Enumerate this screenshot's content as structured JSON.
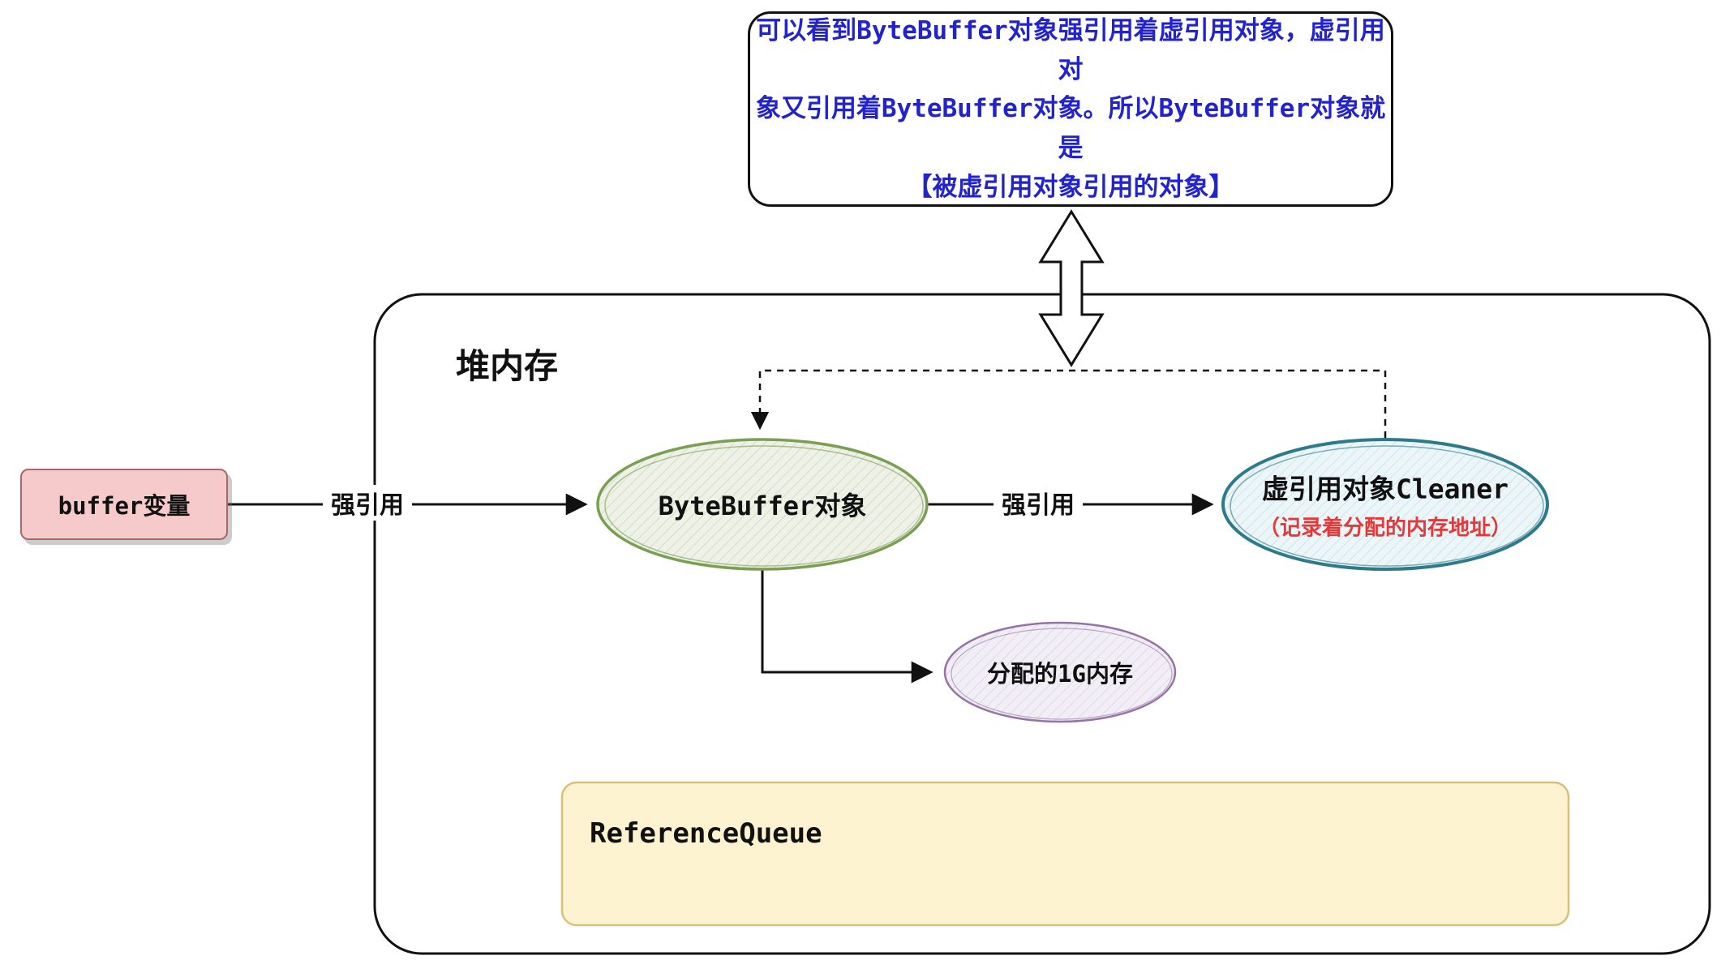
{
  "note": {
    "text": "可以看到ByteBuffer对象强引用着虚引用对象，虚引用对\n象又引用着ByteBuffer对象。所以ByteBuffer对象就是\n【被虚引用对象引用的对象】",
    "text_color": "#2323cc"
  },
  "heap": {
    "title": "堆内存"
  },
  "nodes": {
    "buffer_var": {
      "label": "buffer变量",
      "fill": "#f6caca",
      "stroke": "#a96868"
    },
    "bytebuffer": {
      "label": "ByteBuffer对象",
      "stroke": "#7a9e52"
    },
    "cleaner": {
      "label": "虚引用对象Cleaner",
      "sublabel": "（记录着分配的内存地址）",
      "sublabel_color": "#e23a3a",
      "stroke": "#2d7a8a"
    },
    "memory_1g": {
      "label": "分配的1G内存",
      "stroke": "#9673a6"
    },
    "reference_queue": {
      "label": "ReferenceQueue",
      "fill": "#fdf3d0",
      "stroke": "#d8c07c"
    }
  },
  "edges": {
    "buffer_to_bytebuffer": {
      "label": "强引用",
      "style": "solid-arrow"
    },
    "bytebuffer_to_cleaner": {
      "label": "强引用",
      "style": "solid-arrow"
    },
    "cleaner_to_bytebuffer": {
      "label": "",
      "style": "dashed-arrow"
    },
    "bytebuffer_to_memory": {
      "label": "",
      "style": "solid-arrow"
    }
  }
}
